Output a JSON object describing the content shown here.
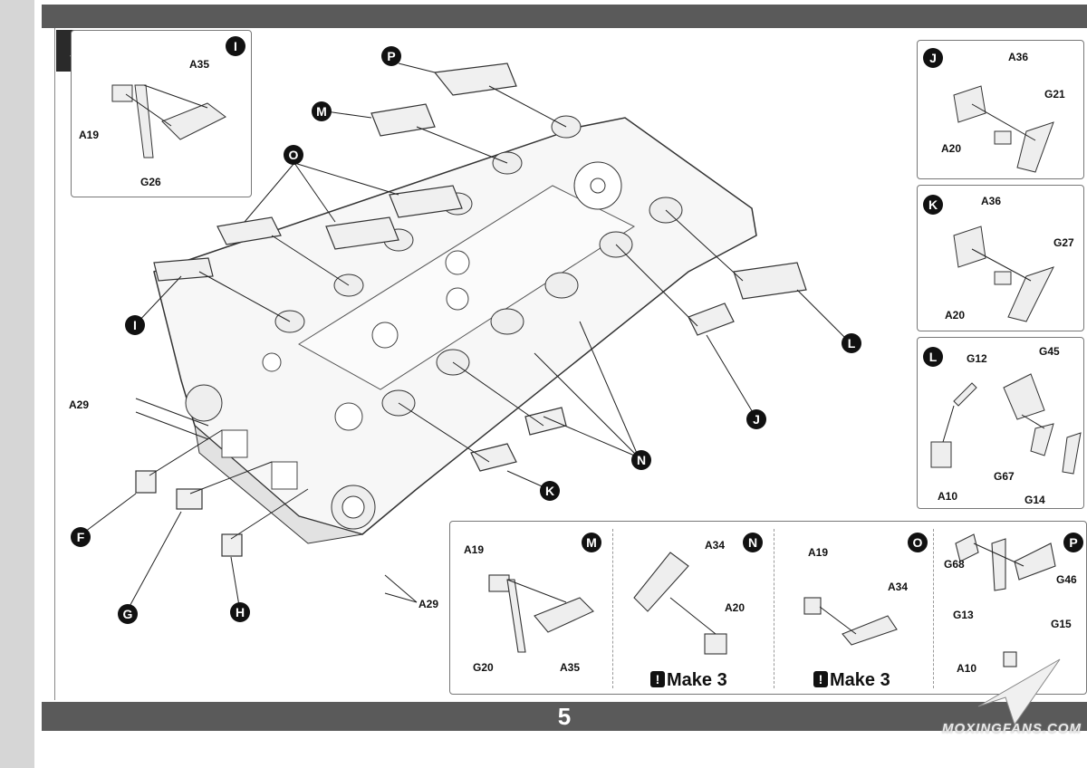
{
  "page": {
    "step_number": "5",
    "page_number": "5"
  },
  "callouts": {
    "I": "I",
    "P": "P",
    "M": "M",
    "O": "O",
    "J": "J",
    "K": "K",
    "L": "L",
    "N": "N",
    "F": "F",
    "G": "G",
    "H": "H"
  },
  "main_labels": {
    "a29_top": "A29",
    "a29_bottom": "A29"
  },
  "inset_I": {
    "letter": "I",
    "parts": {
      "a35": "A35",
      "a19": "A19",
      "g26": "G26"
    }
  },
  "inset_J": {
    "letter": "J",
    "parts": {
      "a36": "A36",
      "g21": "G21",
      "a20": "A20"
    }
  },
  "inset_K": {
    "letter": "K",
    "parts": {
      "a36": "A36",
      "g27": "G27",
      "a20": "A20"
    }
  },
  "inset_L": {
    "letter": "L",
    "parts": {
      "g12": "G12",
      "g45": "G45",
      "a10": "A10",
      "g67": "G67",
      "g14": "G14"
    }
  },
  "inset_M": {
    "letter": "M",
    "parts": {
      "a19": "A19",
      "g20": "G20",
      "a35": "A35"
    }
  },
  "inset_N": {
    "letter": "N",
    "parts": {
      "a34": "A34",
      "a20": "A20"
    },
    "note": "Make 3"
  },
  "inset_O": {
    "letter": "O",
    "parts": {
      "a19": "A19",
      "a34": "A34"
    },
    "note": "Make 3"
  },
  "inset_P": {
    "letter": "P",
    "parts": {
      "g68": "G68",
      "g46": "G46",
      "g13": "G13",
      "g15": "G15",
      "a10": "A10"
    }
  },
  "notice_glyph": "!",
  "watermark": "MOXINGFANS.COM"
}
